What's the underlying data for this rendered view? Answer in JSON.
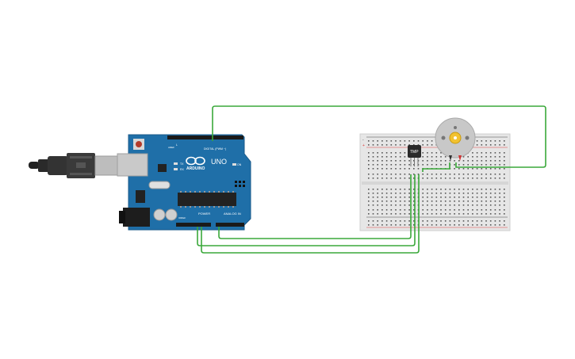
{
  "canvas": {
    "background": "#ffffff"
  },
  "arduino": {
    "brand": "ARDUINO",
    "model": "UNO",
    "digital_label": "DIGITAL (PWM ~)",
    "power_label": "POWER",
    "analog_label": "ANALOG IN",
    "tx_label": "TX",
    "rx_label": "RX",
    "on_label": "ON",
    "l_label": "L",
    "aref_label": "AREF",
    "ioref_label": "IOREF",
    "board_color": "#1f6fa8"
  },
  "breadboard": {
    "plus_label": "+",
    "minus_label": "-"
  },
  "sensor": {
    "label": "TMP"
  },
  "motor": {
    "color": "#c8c8c8"
  },
  "colors": {
    "wire": "#3aa83a",
    "board": "#1f6fa8",
    "rail_red": "#e03c3c",
    "rail_black": "#444444"
  }
}
